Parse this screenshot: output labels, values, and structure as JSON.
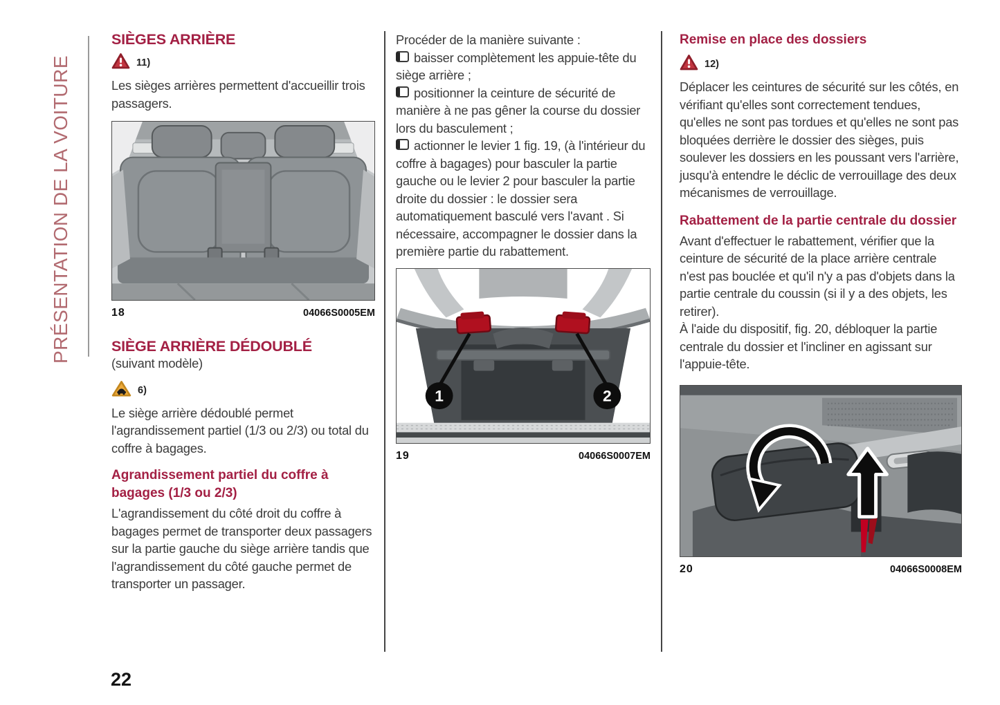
{
  "page": {
    "number": "22",
    "sidebar_label": "PRÉSENTATION DE LA VOITURE"
  },
  "colors": {
    "heading_red": "#a32044",
    "sidebar_rose": "#b26a70",
    "warning_triangle_red": "#c23540",
    "warning_triangle_yellow": "#edaa3b",
    "lever_red": "#b0101f"
  },
  "col1": {
    "title": "SIÈGES ARRIÈRE",
    "warning_ref": "11)",
    "para1": "Les sièges arrières permettent d'accueillir trois passagers.",
    "fig18": {
      "number": "18",
      "code": "04066S0005EM"
    },
    "title2": "SIÈGE ARRIÈRE DÉDOUBLÉ",
    "subtitle2": "(suivant modèle)",
    "warning_ref2": "6)",
    "para2": "Le siège arrière dédoublé permet l'agrandissement partiel (1/3 ou 2/3) ou total du coffre à bagages.",
    "heading3": "Agrandissement partiel du coffre à bagages (1/3 ou 2/3)",
    "para3": "L'agrandissement du côté droit du coffre à bagages permet de transporter deux passagers sur la partie gauche du siège arrière tandis que l'agrandissement du côté gauche permet de transporter un passager."
  },
  "col2": {
    "intro": "Procéder de la manière suivante :",
    "bullets": [
      "baisser complètement les appuie-tête du siège arrière ;",
      "positionner la ceinture de sécurité de manière à ne pas gêner la course du dossier lors du basculement ;",
      "actionner le levier 1 fig. 19, (à l'intérieur du coffre à bagages) pour basculer la partie gauche ou le levier 2 pour basculer la partie droite du dossier : le dossier sera automatiquement basculé vers l'avant . Si nécessaire, accompagner le dossier dans la première partie du rabattement."
    ],
    "fig19": {
      "number": "19",
      "code": "04066S0007EM",
      "callouts": [
        "1",
        "2"
      ]
    }
  },
  "col3": {
    "heading1": "Remise en place des dossiers",
    "warning_ref": "12)",
    "para1": "Déplacer les ceintures de sécurité sur les côtés, en vérifiant qu'elles sont correctement tendues, qu'elles ne sont pas tordues et qu'elles ne sont pas bloquées derrière le dossier des sièges, puis soulever les dossiers en les poussant vers l'arrière, jusqu'à entendre le déclic de verrouillage des deux mécanismes de verrouillage.",
    "heading2": "Rabattement de la partie centrale du dossier",
    "para2": "Avant d'effectuer le rabattement, vérifier que la ceinture de sécurité de la place arrière centrale n'est pas bouclée et qu'il n'y a pas d'objets dans la partie centrale du coussin (si il y a des objets, les retirer).",
    "para3": "À l'aide du dispositif, fig. 20, débloquer la partie centrale du dossier et l'incliner en agissant sur l'appuie-tête.",
    "fig20": {
      "number": "20",
      "code": "04066S0008EM"
    }
  }
}
